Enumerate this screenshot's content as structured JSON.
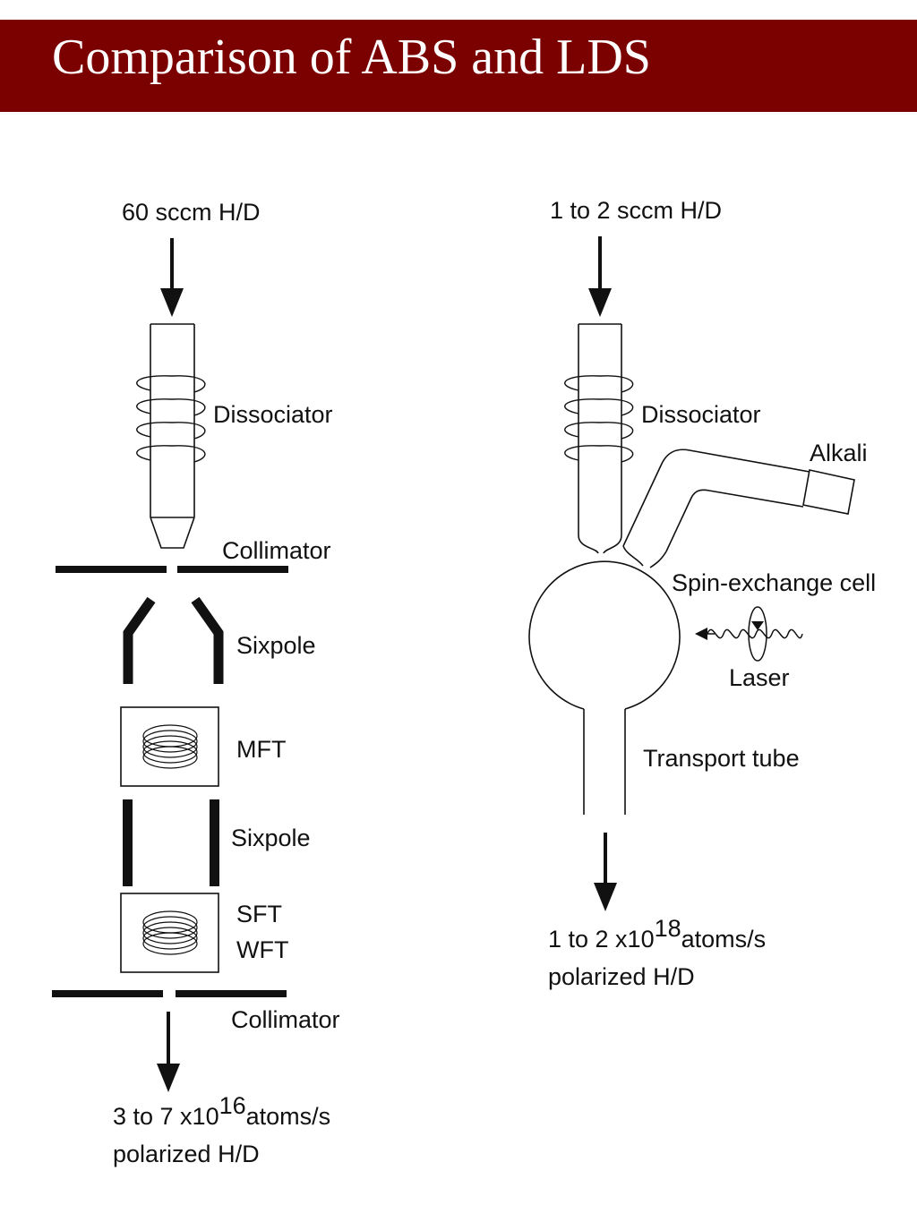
{
  "title": "Comparison of ABS and LDS",
  "abs": {
    "input": "60 sccm H/D",
    "dissociator": "Dissociator",
    "collimator_top": "Collimator",
    "sixpole_1": "Sixpole",
    "mft": "MFT",
    "sixpole_2": "Sixpole",
    "sft": "SFT",
    "wft": "WFT",
    "collimator_bottom": "Collimator",
    "output_prefix": "3 to 7 x10",
    "output_exp": "16",
    "output_suffix": "atoms/s",
    "output_line2": "polarized H/D"
  },
  "lds": {
    "input": "1 to 2 sccm H/D",
    "dissociator": "Dissociator",
    "alkali": "Alkali",
    "spin_exchange": "Spin-exchange cell",
    "laser": "Laser",
    "transport": "Transport tube",
    "output_prefix": "1 to 2 x10",
    "output_exp": "18",
    "output_suffix": "atoms/s",
    "output_line2": "polarized H/D"
  },
  "colors": {
    "title_bar": "#7b0000",
    "title_text": "#ffffff",
    "ink": "#111111"
  }
}
